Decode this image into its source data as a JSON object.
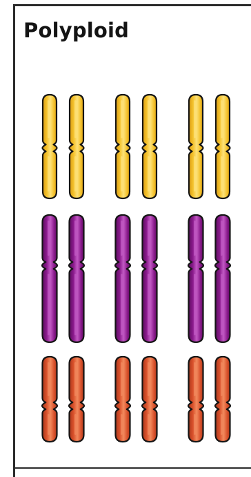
{
  "diagram": {
    "title": "Polyploid",
    "sets": 3,
    "chromosomes_per_set": 2,
    "chromosome_rows": [
      {
        "name": "yellow-chromosomes",
        "fill": "#f4c22c",
        "highlight": "#fde27a",
        "shade": "#d99a12"
      },
      {
        "name": "purple-chromosomes",
        "fill": "#8a1a8c",
        "highlight": "#c25ac4",
        "shade": "#5a0c5e"
      },
      {
        "name": "orange-chromosomes",
        "fill": "#d9512b",
        "highlight": "#f28a5e",
        "shade": "#a8361a"
      }
    ],
    "outline_color": "#151515"
  }
}
